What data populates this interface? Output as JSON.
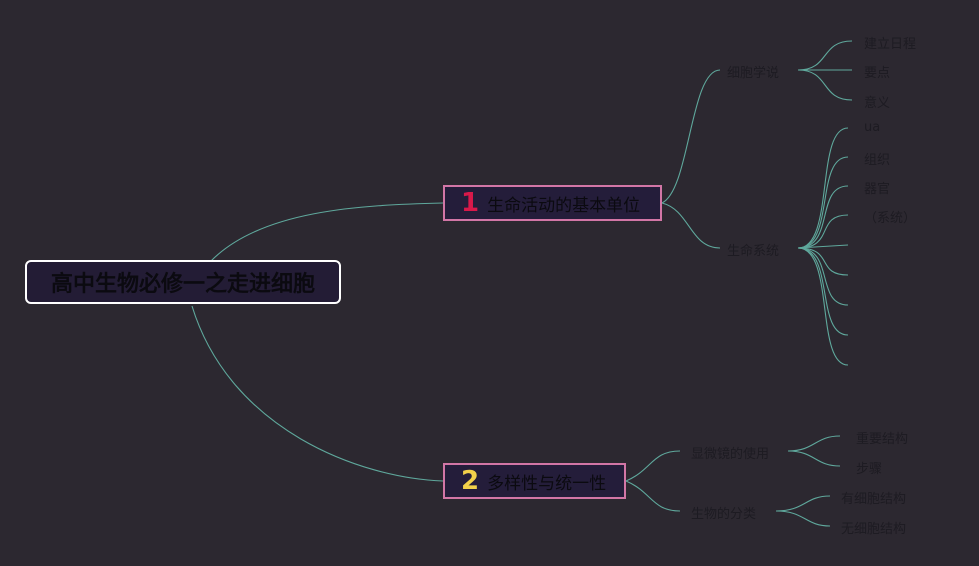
{
  "root": {
    "label": "高中生物必修一之走进细胞"
  },
  "branches": [
    {
      "number": "1",
      "number_color": "#d8194a",
      "label": "生命活动的基本单位",
      "children": [
        {
          "label": "细胞学说",
          "children": [
            "建立日程",
            "要点",
            "意义"
          ]
        },
        {
          "label": "生命系统",
          "children": [
            "ua",
            "组织",
            "器官",
            "（系统）",
            "",
            "",
            "",
            "",
            ""
          ]
        }
      ]
    },
    {
      "number": "2",
      "number_color": "#f2d04a",
      "label": "多样性与统一性",
      "children": [
        {
          "label": "显微镜的使用",
          "children": [
            "重要结构",
            "步骤"
          ]
        },
        {
          "label": "生物的分类",
          "children": [
            "有细胞结构",
            "无细胞结构"
          ]
        }
      ]
    }
  ],
  "colors": {
    "background": "#2c2830",
    "link": "#5fa89c",
    "root_border": "#ffffff",
    "branch_border": "#d276a6"
  }
}
